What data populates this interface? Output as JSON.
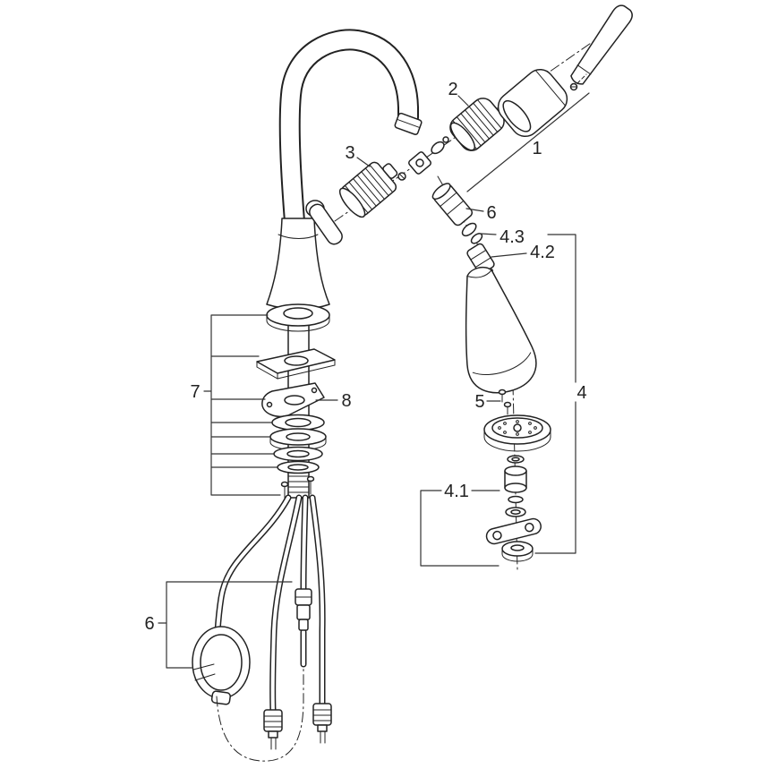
{
  "diagram": {
    "background_color": "#ffffff",
    "line_color": "#222222",
    "callouts": {
      "c1": "1",
      "c2": "2",
      "c3": "3",
      "c4": "4",
      "c4_1": "4.1",
      "c4_2": "4.2",
      "c4_3": "4.3",
      "c5": "5",
      "c6_upper": "6",
      "c6_lower": "6",
      "c7": "7",
      "c8": "8"
    }
  }
}
